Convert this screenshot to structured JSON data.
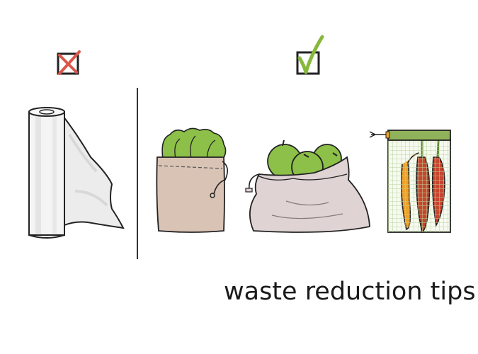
{
  "caption": {
    "text": "waste reduction tips"
  },
  "panels": {
    "bad": {
      "mark": "x-mark",
      "mark_color": "#d9574a",
      "item": "plastic-film-roll"
    },
    "good": {
      "mark": "check-mark",
      "mark_color": "#86b83c",
      "items": [
        "reusable-cloth-bag-lettuce",
        "reusable-cloth-bag-apples",
        "reusable-mesh-bag-peppers"
      ]
    }
  },
  "colors": {
    "outline": "#222222",
    "divider": "#333333",
    "lettuce": "#8cc048",
    "apple": "#8cc048",
    "bag_beige": "#d8c3b5",
    "bag_pink": "#e0d3d3",
    "mesh_top": "#90b25a",
    "pepper_red": "#c8452e",
    "pepper_orange": "#eea22a",
    "film": "#ececec"
  }
}
